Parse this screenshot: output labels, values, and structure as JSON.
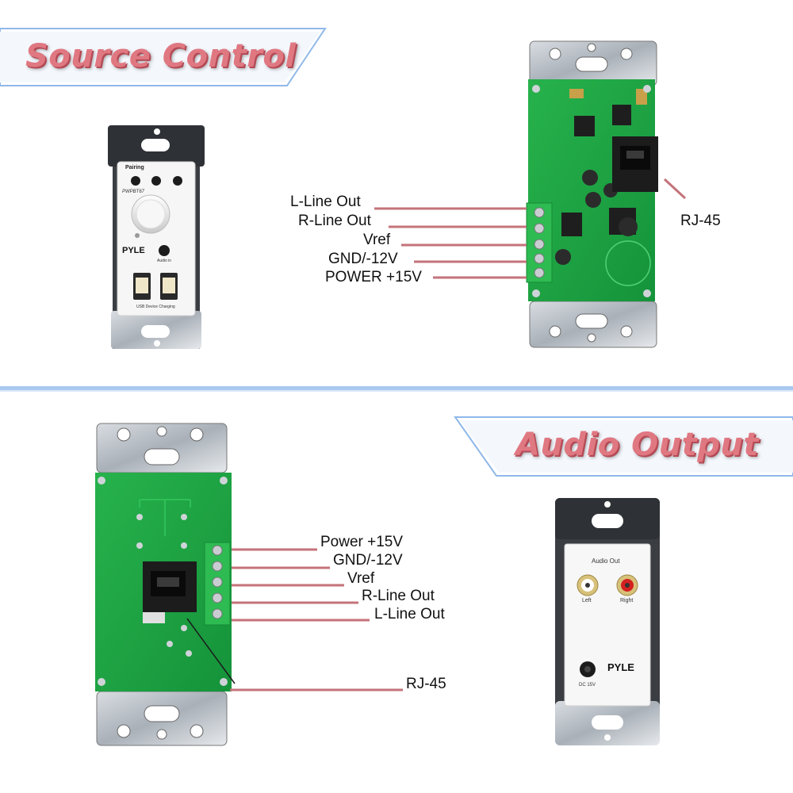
{
  "sections": {
    "source": {
      "title": "Source Control",
      "faceplate": {
        "buttons_label": "Pairing",
        "model": "PWPBT67",
        "brand": "PYLE",
        "audio_in": "Audio in",
        "usb_caption": "USB Device Charging"
      },
      "labels": [
        "L-Line Out",
        "R-Line Out",
        "Vref",
        "GND/-12V",
        "POWER +15V"
      ],
      "rj45": "RJ-45"
    },
    "output": {
      "title": "Audio Output",
      "faceplate": {
        "header": "Audio Out",
        "left": "Left",
        "right": "Right",
        "brand": "PYLE",
        "dc": "DC 15V"
      },
      "labels": [
        "Power +15V",
        "GND/-12V",
        "Vref",
        "R-Line Out",
        "L-Line Out"
      ],
      "rj45": "RJ-45"
    }
  },
  "colors": {
    "banner_text": "#e07882",
    "banner_border": "#6aa0e0",
    "leader_line": "#c4737a",
    "pcb_green": "#1fa443",
    "divider": "#a9c9ef"
  }
}
